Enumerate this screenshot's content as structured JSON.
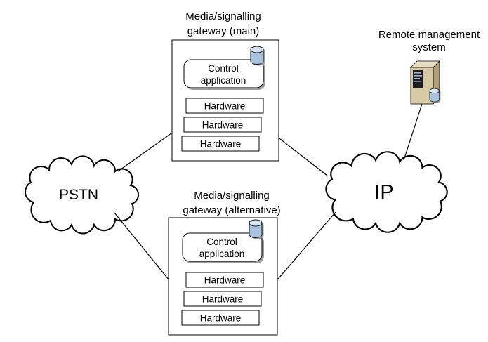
{
  "clouds": {
    "pstn": {
      "label": "PSTN"
    },
    "ip": {
      "label": "IP"
    }
  },
  "gateways": {
    "main": {
      "title_line1": "Media/signalling",
      "title_line2": "gateway (main)",
      "control_app_line1": "Control",
      "control_app_line2": "application",
      "hardware_labels": [
        "Hardware",
        "Hardware",
        "Hardware"
      ]
    },
    "alternative": {
      "title_line1": "Media/signalling",
      "title_line2": "gateway (alternative)",
      "control_app_line1": "Control",
      "control_app_line2": "application",
      "hardware_labels": [
        "Hardware",
        "Hardware",
        "Hardware"
      ]
    }
  },
  "remote_management": {
    "label_line1": "Remote management",
    "label_line2": "system"
  },
  "icons": {
    "database_icon": "database-cylinder",
    "server_icon": "server-tower"
  },
  "colors": {
    "line": "#000000",
    "box_fill": "#ffffff",
    "shadow": "#9c9c9c",
    "cylinder_body": "#aac4e0",
    "cylinder_top": "#d6e3f2",
    "server_front": "#d8caa4",
    "server_side": "#b2a176",
    "server_top": "#e9dfc4",
    "server_panel": "#1e1e1e"
  }
}
